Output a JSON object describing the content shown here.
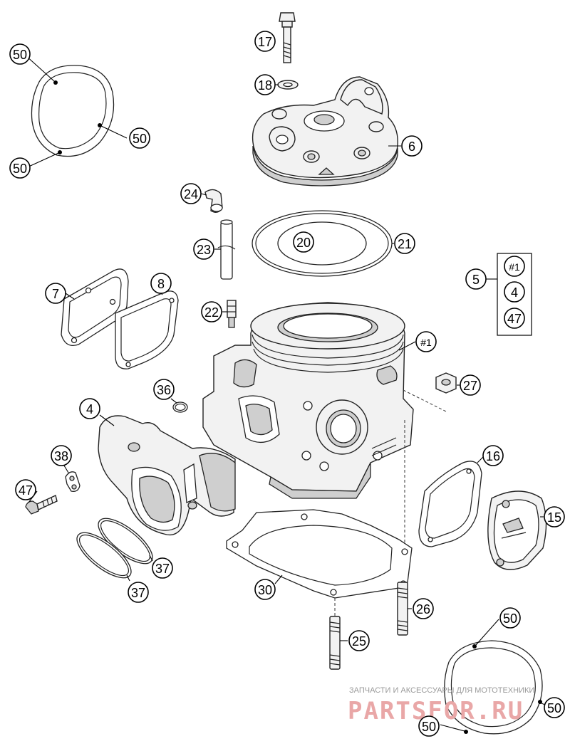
{
  "callouts": {
    "c17": "17",
    "c18": "18",
    "c6": "6",
    "c24": "24",
    "c20": "20",
    "c21": "21",
    "c23": "23",
    "c5": "5",
    "c5a": "#1",
    "c5b": "4",
    "c5c": "47",
    "c7": "7",
    "c8": "8",
    "c22": "22",
    "c1": "#1",
    "c27": "27",
    "c36": "36",
    "c4": "4",
    "c38": "38",
    "c47": "47",
    "c16": "16",
    "c15": "15",
    "c37a": "37",
    "c37b": "37",
    "c30": "30",
    "c26": "26",
    "c25": "25",
    "c50a": "50",
    "c50b": "50",
    "c50c": "50",
    "c50d": "50",
    "c50e": "50",
    "c50f": "50"
  },
  "watermark": {
    "tagline": "ЗАПЧАСТИ И АКСЕССУАРЫ ДЛЯ МОТОТЕХНИКИ",
    "logo": "PARTSFOR.RU"
  },
  "colors": {
    "ink": "#000000",
    "part_fill": "#f2f2f2",
    "watermark": "#e9a7a7"
  }
}
